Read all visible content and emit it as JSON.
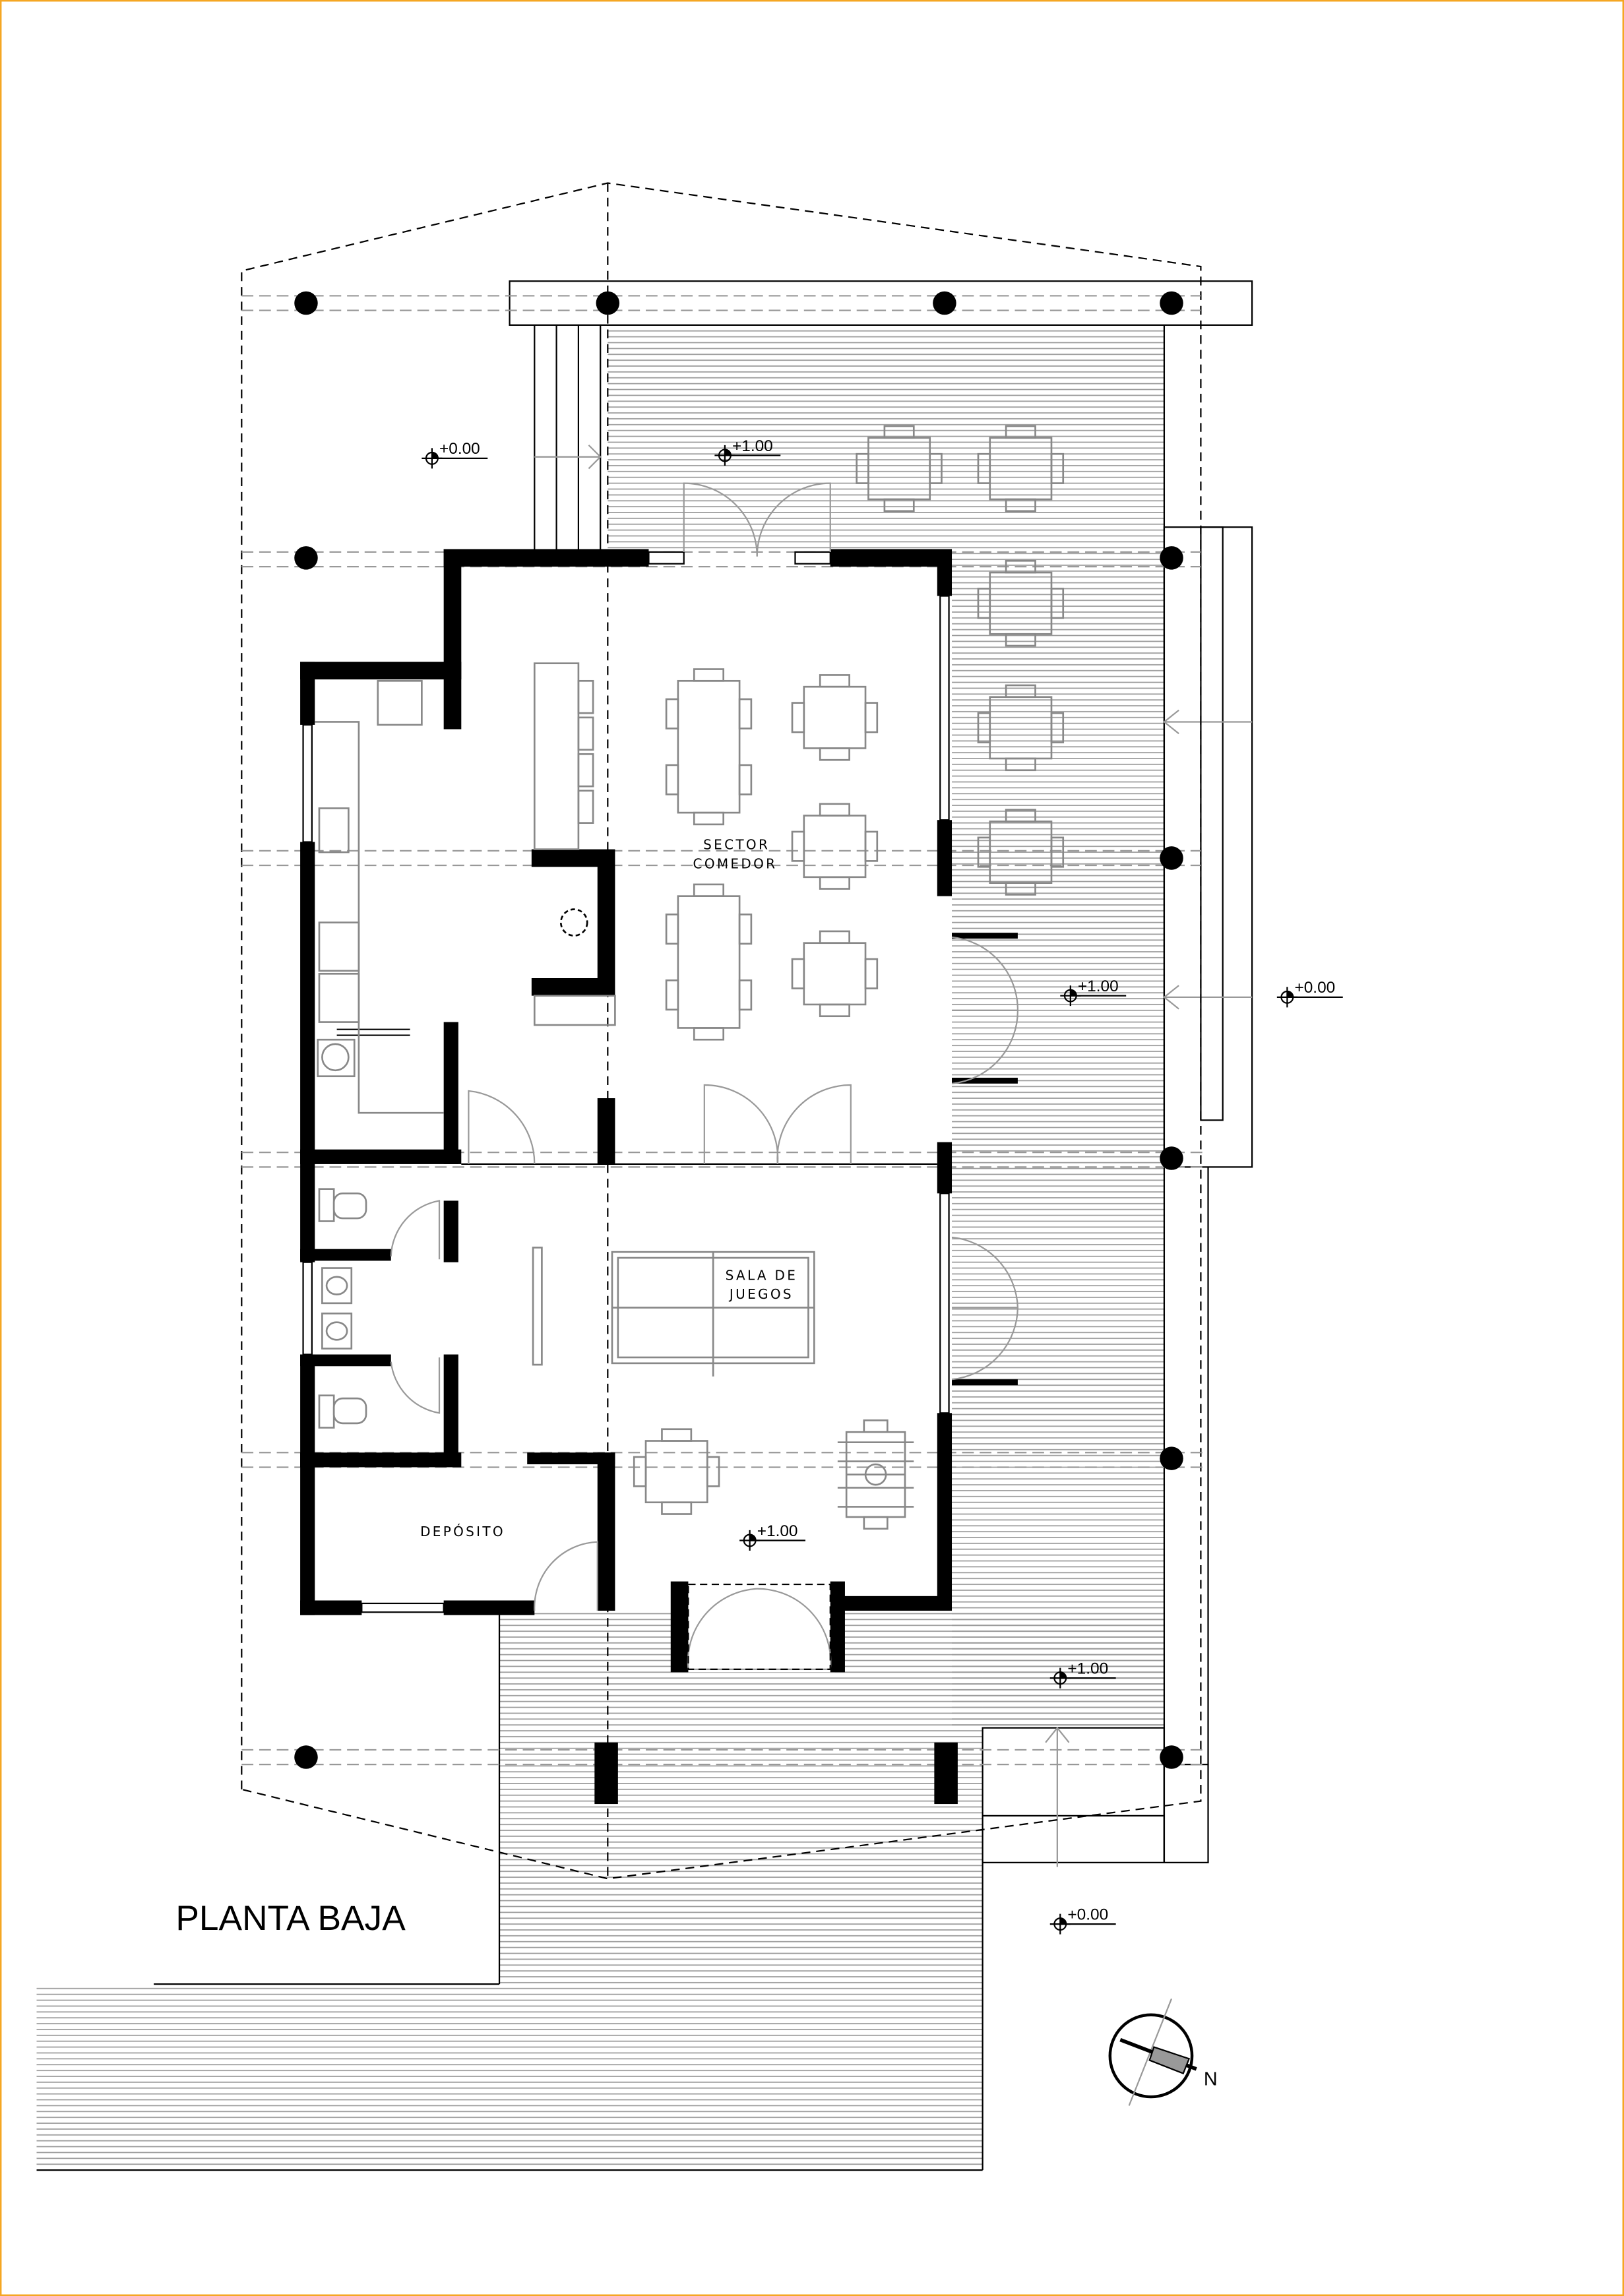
{
  "drawing": {
    "title": "PLANTA BAJA",
    "north_label": "N",
    "rooms": {
      "dining": [
        "SECTOR",
        "COMEDOR"
      ],
      "games": [
        "SALA DE",
        "JUEGOS"
      ],
      "storage": "DEPÓSITO"
    },
    "levels": [
      "+0.00",
      "+1.00",
      "+1.00",
      "+0.00",
      "+1.00",
      "+1.00",
      "+0.00"
    ],
    "colors": {
      "border": "#f5a623",
      "hatch": "#9a9a9a",
      "furniture": "#8c8c8c",
      "wall": "#000000"
    }
  }
}
